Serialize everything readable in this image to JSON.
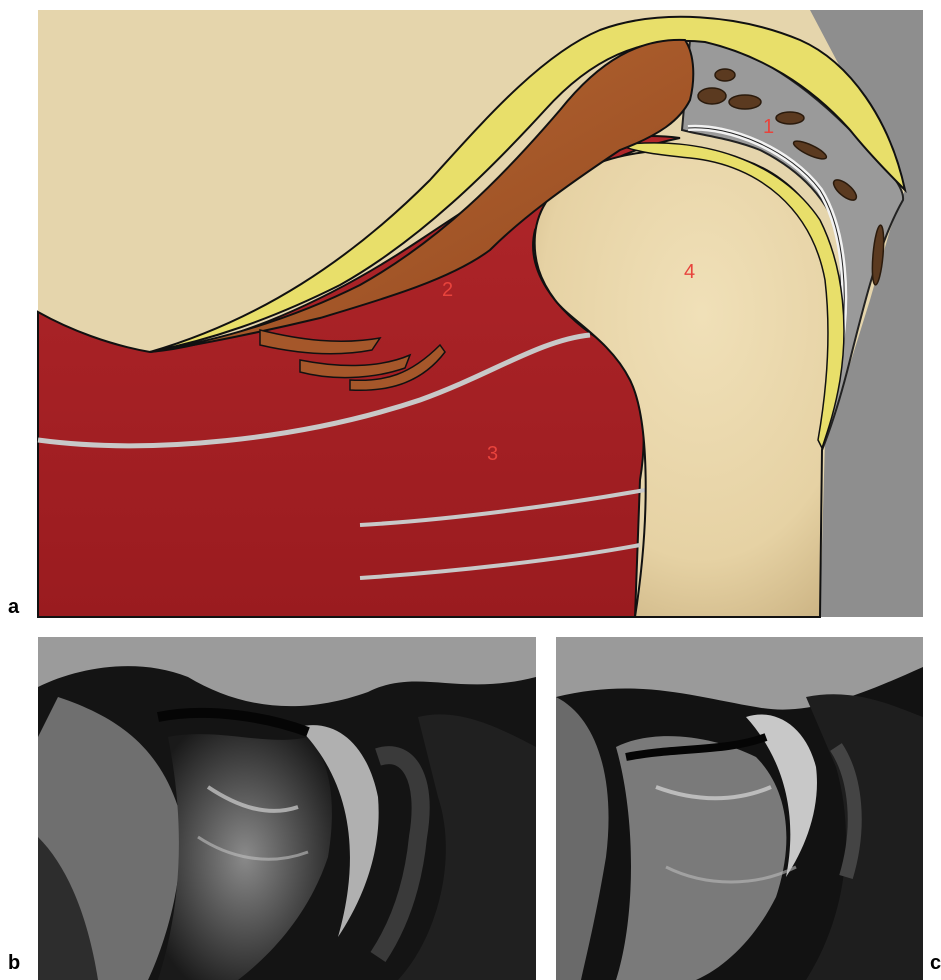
{
  "panels": {
    "a": {
      "letter": "a",
      "labels": [
        "1",
        "2",
        "3",
        "4"
      ]
    },
    "b": {
      "letter": "b"
    },
    "c": {
      "letter": "c"
    }
  },
  "colors": {
    "background_fossa": "#e5d5ac",
    "condyle": "#ecdcb4",
    "fibrous_layer": "#e8df6a",
    "disc": "#a5572a",
    "muscle": "#a41d21",
    "bone_grey": "#909090",
    "label_red": "#e8433c"
  }
}
